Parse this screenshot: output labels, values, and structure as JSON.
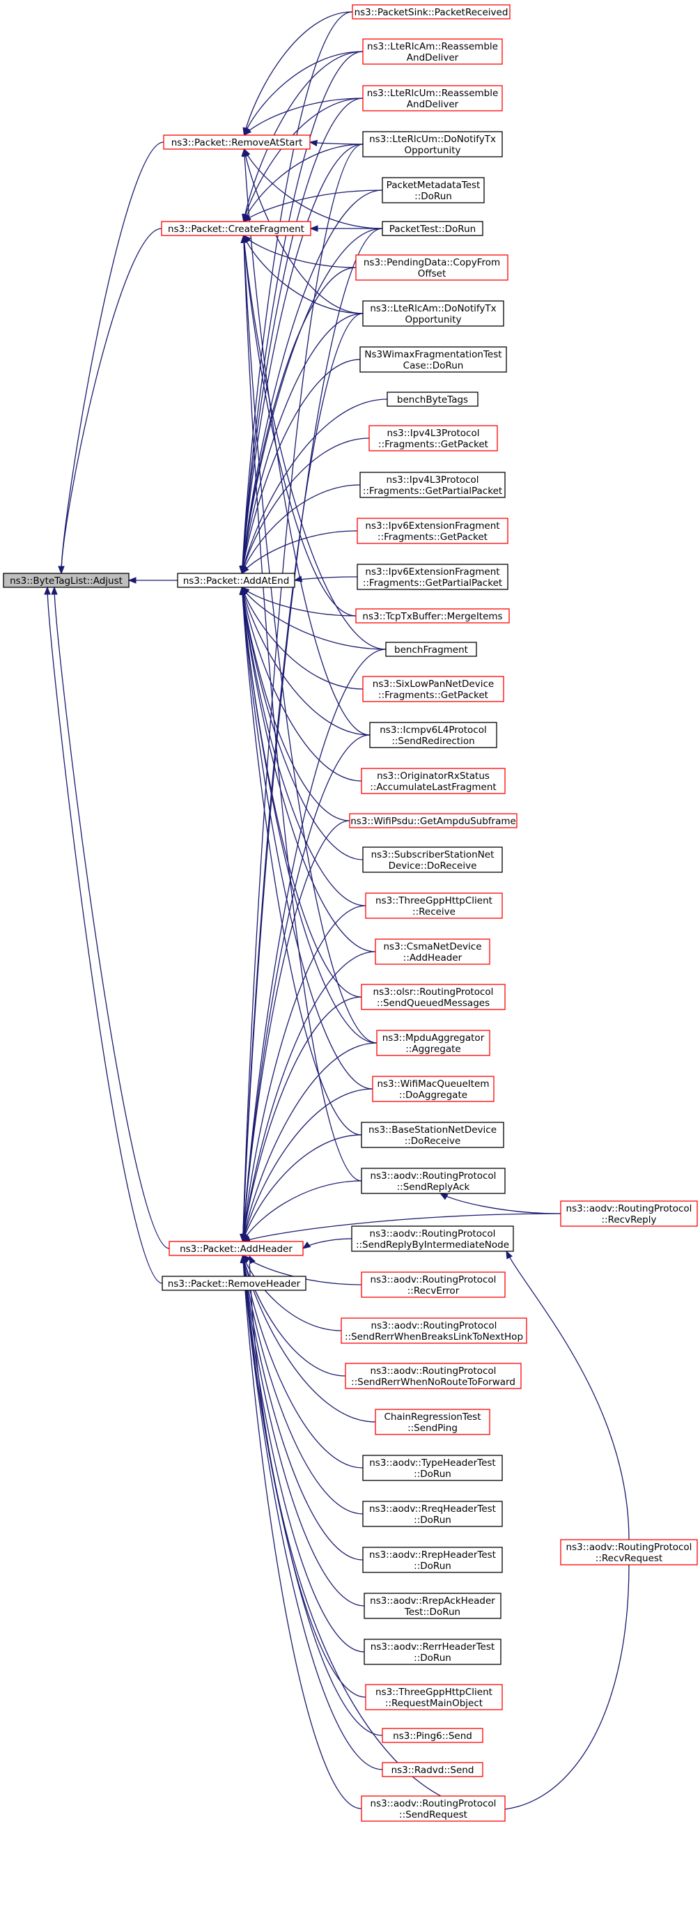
{
  "colors": {
    "edge": "#191970",
    "border_linked": "#ff0000",
    "border_plain": "#000000",
    "fill_default": "#ffffff",
    "fill_focus": "#bfbfbf"
  },
  "nodes": [
    {
      "id": "bytetaglist-adjust",
      "lines": [
        "ns3::ByteTagList::Adjust"
      ],
      "style": "focus"
    },
    {
      "id": "packet-addatend",
      "lines": [
        "ns3::Packet::AddAtEnd"
      ],
      "style": "plain"
    },
    {
      "id": "packet-removeatstart",
      "lines": [
        "ns3::Packet::RemoveAtStart"
      ],
      "style": "linked"
    },
    {
      "id": "packet-createfragment",
      "lines": [
        "ns3::Packet::CreateFragment"
      ],
      "style": "linked"
    },
    {
      "id": "packet-addheader",
      "lines": [
        "ns3::Packet::AddHeader"
      ],
      "style": "linked"
    },
    {
      "id": "packet-removeheader",
      "lines": [
        "ns3::Packet::RemoveHeader"
      ],
      "style": "plain"
    },
    {
      "id": "packetsink-packetreceived",
      "lines": [
        "ns3::PacketSink::PacketReceived"
      ],
      "style": "linked"
    },
    {
      "id": "lterlcam-reassemble",
      "lines": [
        "ns3::LteRlcAm::Reassemble",
        "AndDeliver"
      ],
      "style": "linked"
    },
    {
      "id": "lterlcum-reassemble",
      "lines": [
        "ns3::LteRlcUm::Reassemble",
        "AndDeliver"
      ],
      "style": "linked"
    },
    {
      "id": "lterlcum-donotifytx",
      "lines": [
        "ns3::LteRlcUm::DoNotifyTx",
        "Opportunity"
      ],
      "style": "plain"
    },
    {
      "id": "packetmetadatatest-dorun",
      "lines": [
        "PacketMetadataTest",
        "::DoRun"
      ],
      "style": "plain"
    },
    {
      "id": "packettest-dorun",
      "lines": [
        "PacketTest::DoRun"
      ],
      "style": "plain"
    },
    {
      "id": "pendingdata-copyfromoffset",
      "lines": [
        "ns3::PendingData::CopyFrom",
        "Offset"
      ],
      "style": "linked"
    },
    {
      "id": "lterlcam-donotifytx",
      "lines": [
        "ns3::LteRlcAm::DoNotifyTx",
        "Opportunity"
      ],
      "style": "plain"
    },
    {
      "id": "ns3wimax-fragmentation",
      "lines": [
        "Ns3WimaxFragmentationTest",
        "Case::DoRun"
      ],
      "style": "plain"
    },
    {
      "id": "benchbytetags",
      "lines": [
        "benchByteTags"
      ],
      "style": "plain"
    },
    {
      "id": "ipv4l3-getpacket",
      "lines": [
        "ns3::Ipv4L3Protocol",
        "::Fragments::GetPacket"
      ],
      "style": "linked"
    },
    {
      "id": "ipv4l3-getpartialpacket",
      "lines": [
        "ns3::Ipv4L3Protocol",
        "::Fragments::GetPartialPacket"
      ],
      "style": "plain"
    },
    {
      "id": "ipv6ext-getpacket",
      "lines": [
        "ns3::Ipv6ExtensionFragment",
        "::Fragments::GetPacket"
      ],
      "style": "linked"
    },
    {
      "id": "ipv6ext-getpartialpacket",
      "lines": [
        "ns3::Ipv6ExtensionFragment",
        "::Fragments::GetPartialPacket"
      ],
      "style": "plain"
    },
    {
      "id": "tcptxbuffer-mergeitems",
      "lines": [
        "ns3::TcpTxBuffer::MergeItems"
      ],
      "style": "linked"
    },
    {
      "id": "benchfragment",
      "lines": [
        "benchFragment"
      ],
      "style": "plain"
    },
    {
      "id": "sixlowpan-getpacket",
      "lines": [
        "ns3::SixLowPanNetDevice",
        "::Fragments::GetPacket"
      ],
      "style": "linked"
    },
    {
      "id": "icmpv6l4-sendredirection",
      "lines": [
        "ns3::Icmpv6L4Protocol",
        "::SendRedirection"
      ],
      "style": "plain"
    },
    {
      "id": "originatorrxstatus",
      "lines": [
        "ns3::OriginatorRxStatus",
        "::AccumulateLastFragment"
      ],
      "style": "linked"
    },
    {
      "id": "wifipsdu-getampdusubframe",
      "lines": [
        "ns3::WifiPsdu::GetAmpduSubframe"
      ],
      "style": "linked"
    },
    {
      "id": "subscriberstation-doreceive",
      "lines": [
        "ns3::SubscriberStationNet",
        "Device::DoReceive"
      ],
      "style": "plain"
    },
    {
      "id": "threegpphttpclient-receive",
      "lines": [
        "ns3::ThreeGppHttpClient",
        "::Receive"
      ],
      "style": "linked"
    },
    {
      "id": "csmanetdevice-addheader",
      "lines": [
        "ns3::CsmaNetDevice",
        "::AddHeader"
      ],
      "style": "linked"
    },
    {
      "id": "olsr-sendqueuedmessages",
      "lines": [
        "ns3::olsr::RoutingProtocol",
        "::SendQueuedMessages"
      ],
      "style": "linked"
    },
    {
      "id": "mpduaggregator-aggregate",
      "lines": [
        "ns3::MpduAggregator",
        "::Aggregate"
      ],
      "style": "linked"
    },
    {
      "id": "wifimacqueueitem-doaggregate",
      "lines": [
        "ns3::WifiMacQueueItem",
        "::DoAggregate"
      ],
      "style": "linked"
    },
    {
      "id": "basestation-doreceive",
      "lines": [
        "ns3::BaseStationNetDevice",
        "::DoReceive"
      ],
      "style": "plain"
    },
    {
      "id": "aodv-sendreplyack",
      "lines": [
        "ns3::aodv::RoutingProtocol",
        "::SendReplyAck"
      ],
      "style": "plain"
    },
    {
      "id": "aodv-recvreply",
      "lines": [
        "ns3::aodv::RoutingProtocol",
        "::RecvReply"
      ],
      "style": "linked"
    },
    {
      "id": "aodv-sendreplybyintermediate",
      "lines": [
        "ns3::aodv::RoutingProtocol",
        "::SendReplyByIntermediateNode"
      ],
      "style": "plain"
    },
    {
      "id": "aodv-recverror",
      "lines": [
        "ns3::aodv::RoutingProtocol",
        "::RecvError"
      ],
      "style": "linked"
    },
    {
      "id": "aodv-senderrwhenbreaks",
      "lines": [
        "ns3::aodv::RoutingProtocol",
        "::SendRerrWhenBreaksLinkToNextHop"
      ],
      "style": "linked"
    },
    {
      "id": "aodv-senderrwhennoroute",
      "lines": [
        "ns3::aodv::RoutingProtocol",
        "::SendRerrWhenNoRouteToForward"
      ],
      "style": "linked"
    },
    {
      "id": "chainregressiontest-sendping",
      "lines": [
        "ChainRegressionTest",
        "::SendPing"
      ],
      "style": "linked"
    },
    {
      "id": "aodv-typeheadertest",
      "lines": [
        "ns3::aodv::TypeHeaderTest",
        "::DoRun"
      ],
      "style": "plain"
    },
    {
      "id": "aodv-rreqheadertest",
      "lines": [
        "ns3::aodv::RreqHeaderTest",
        "::DoRun"
      ],
      "style": "plain"
    },
    {
      "id": "aodv-rrepheadertest",
      "lines": [
        "ns3::aodv::RrepHeaderTest",
        "::DoRun"
      ],
      "style": "plain"
    },
    {
      "id": "aodv-rrepackheadertest",
      "lines": [
        "ns3::aodv::RrepAckHeader",
        "Test::DoRun"
      ],
      "style": "plain"
    },
    {
      "id": "aodv-rerrheadertest",
      "lines": [
        "ns3::aodv::RerrHeaderTest",
        "::DoRun"
      ],
      "style": "plain"
    },
    {
      "id": "threegpphttpclient-requestmainobject",
      "lines": [
        "ns3::ThreeGppHttpClient",
        "::RequestMainObject"
      ],
      "style": "linked"
    },
    {
      "id": "ping6-send",
      "lines": [
        "ns3::Ping6::Send"
      ],
      "style": "linked"
    },
    {
      "id": "radvd-send",
      "lines": [
        "ns3::Radvd::Send"
      ],
      "style": "linked"
    },
    {
      "id": "aodv-sendrequest",
      "lines": [
        "ns3::aodv::RoutingProtocol",
        "::SendRequest"
      ],
      "style": "linked"
    },
    {
      "id": "aodv-recvrequest",
      "lines": [
        "ns3::aodv::RoutingProtocol",
        "::RecvRequest"
      ],
      "style": "linked"
    }
  ],
  "edges": [
    [
      "packet-addatend",
      "bytetaglist-adjust"
    ],
    [
      "packet-removeatstart",
      "bytetaglist-adjust"
    ],
    [
      "packet-createfragment",
      "bytetaglist-adjust"
    ],
    [
      "packet-addheader",
      "bytetaglist-adjust"
    ],
    [
      "packet-removeheader",
      "bytetaglist-adjust"
    ],
    [
      "packetsink-packetreceived",
      "packet-removeatstart"
    ],
    [
      "lterlcam-reassemble",
      "packet-removeatstart"
    ],
    [
      "lterlcum-reassemble",
      "packet-removeatstart"
    ],
    [
      "lterlcum-donotifytx",
      "packet-removeatstart"
    ],
    [
      "packettest-dorun",
      "packet-removeatstart"
    ],
    [
      "lterlcam-donotifytx",
      "packet-removeatstart"
    ],
    [
      "icmpv6l4-sendredirection",
      "packet-removeatstart"
    ],
    [
      "lterlcam-reassemble",
      "packet-createfragment"
    ],
    [
      "lterlcum-reassemble",
      "packet-createfragment"
    ],
    [
      "lterlcum-donotifytx",
      "packet-createfragment"
    ],
    [
      "packetmetadatatest-dorun",
      "packet-createfragment"
    ],
    [
      "packettest-dorun",
      "packet-createfragment"
    ],
    [
      "pendingdata-copyfromoffset",
      "packet-createfragment"
    ],
    [
      "lterlcam-donotifytx",
      "packet-createfragment"
    ],
    [
      "benchfragment",
      "packet-createfragment"
    ],
    [
      "tcptxbuffer-mergeitems",
      "packet-createfragment"
    ],
    [
      "mpduaggregator-aggregate",
      "packet-createfragment"
    ],
    [
      "aodv-sendreplyack",
      "packet-createfragment"
    ],
    [
      "packetsink-packetreceived",
      "packet-addatend"
    ],
    [
      "lterlcam-reassemble",
      "packet-addatend"
    ],
    [
      "lterlcum-reassemble",
      "packet-addatend"
    ],
    [
      "lterlcum-donotifytx",
      "packet-addatend"
    ],
    [
      "packetmetadatatest-dorun",
      "packet-addatend"
    ],
    [
      "packettest-dorun",
      "packet-addatend"
    ],
    [
      "pendingdata-copyfromoffset",
      "packet-addatend"
    ],
    [
      "lterlcam-donotifytx",
      "packet-addatend"
    ],
    [
      "ns3wimax-fragmentation",
      "packet-addatend"
    ],
    [
      "benchbytetags",
      "packet-addatend"
    ],
    [
      "ipv4l3-getpacket",
      "packet-addatend"
    ],
    [
      "ipv4l3-getpartialpacket",
      "packet-addatend"
    ],
    [
      "ipv6ext-getpacket",
      "packet-addatend"
    ],
    [
      "ipv6ext-getpartialpacket",
      "packet-addatend"
    ],
    [
      "tcptxbuffer-mergeitems",
      "packet-addatend"
    ],
    [
      "benchfragment",
      "packet-addatend"
    ],
    [
      "sixlowpan-getpacket",
      "packet-addatend"
    ],
    [
      "icmpv6l4-sendredirection",
      "packet-addatend"
    ],
    [
      "originatorrxstatus",
      "packet-addatend"
    ],
    [
      "wifipsdu-getampdusubframe",
      "packet-addatend"
    ],
    [
      "subscriberstation-doreceive",
      "packet-addatend"
    ],
    [
      "threegpphttpclient-receive",
      "packet-addatend"
    ],
    [
      "csmanetdevice-addheader",
      "packet-addatend"
    ],
    [
      "olsr-sendqueuedmessages",
      "packet-addatend"
    ],
    [
      "mpduaggregator-aggregate",
      "packet-addatend"
    ],
    [
      "wifimacqueueitem-doaggregate",
      "packet-addatend"
    ],
    [
      "basestation-doreceive",
      "packet-addatend"
    ],
    [
      "packettest-dorun",
      "packet-addheader"
    ],
    [
      "lterlcum-donotifytx",
      "packet-addheader"
    ],
    [
      "lterlcam-donotifytx",
      "packet-addheader"
    ],
    [
      "benchfragment",
      "packet-addheader"
    ],
    [
      "icmpv6l4-sendredirection",
      "packet-addheader"
    ],
    [
      "wifipsdu-getampdusubframe",
      "packet-addheader"
    ],
    [
      "threegpphttpclient-receive",
      "packet-addheader"
    ],
    [
      "csmanetdevice-addheader",
      "packet-addheader"
    ],
    [
      "olsr-sendqueuedmessages",
      "packet-addheader"
    ],
    [
      "mpduaggregator-aggregate",
      "packet-addheader"
    ],
    [
      "wifimacqueueitem-doaggregate",
      "packet-addheader"
    ],
    [
      "basestation-doreceive",
      "packet-addheader"
    ],
    [
      "aodv-sendreplyack",
      "packet-addheader"
    ],
    [
      "aodv-recvreply",
      "packet-addheader"
    ],
    [
      "aodv-sendreplybyintermediate",
      "packet-addheader"
    ],
    [
      "aodv-recverror",
      "packet-addheader"
    ],
    [
      "aodv-senderrwhenbreaks",
      "packet-addheader"
    ],
    [
      "aodv-senderrwhennoroute",
      "packet-addheader"
    ],
    [
      "chainregressiontest-sendping",
      "packet-addheader"
    ],
    [
      "aodv-typeheadertest",
      "packet-addheader"
    ],
    [
      "aodv-rreqheadertest",
      "packet-addheader"
    ],
    [
      "aodv-rrepheadertest",
      "packet-addheader"
    ],
    [
      "aodv-rrepackheadertest",
      "packet-addheader"
    ],
    [
      "aodv-rerrheadertest",
      "packet-addheader"
    ],
    [
      "threegpphttpclient-requestmainobject",
      "packet-addheader"
    ],
    [
      "ping6-send",
      "packet-addheader"
    ],
    [
      "radvd-send",
      "packet-addheader"
    ],
    [
      "aodv-sendrequest",
      "packet-addheader"
    ],
    [
      "aodv-recvrequest",
      "packet-addheader"
    ],
    [
      "aodv-recvreply",
      "aodv-sendreplyack"
    ],
    [
      "aodv-recvrequest",
      "aodv-sendreplybyintermediate"
    ]
  ]
}
